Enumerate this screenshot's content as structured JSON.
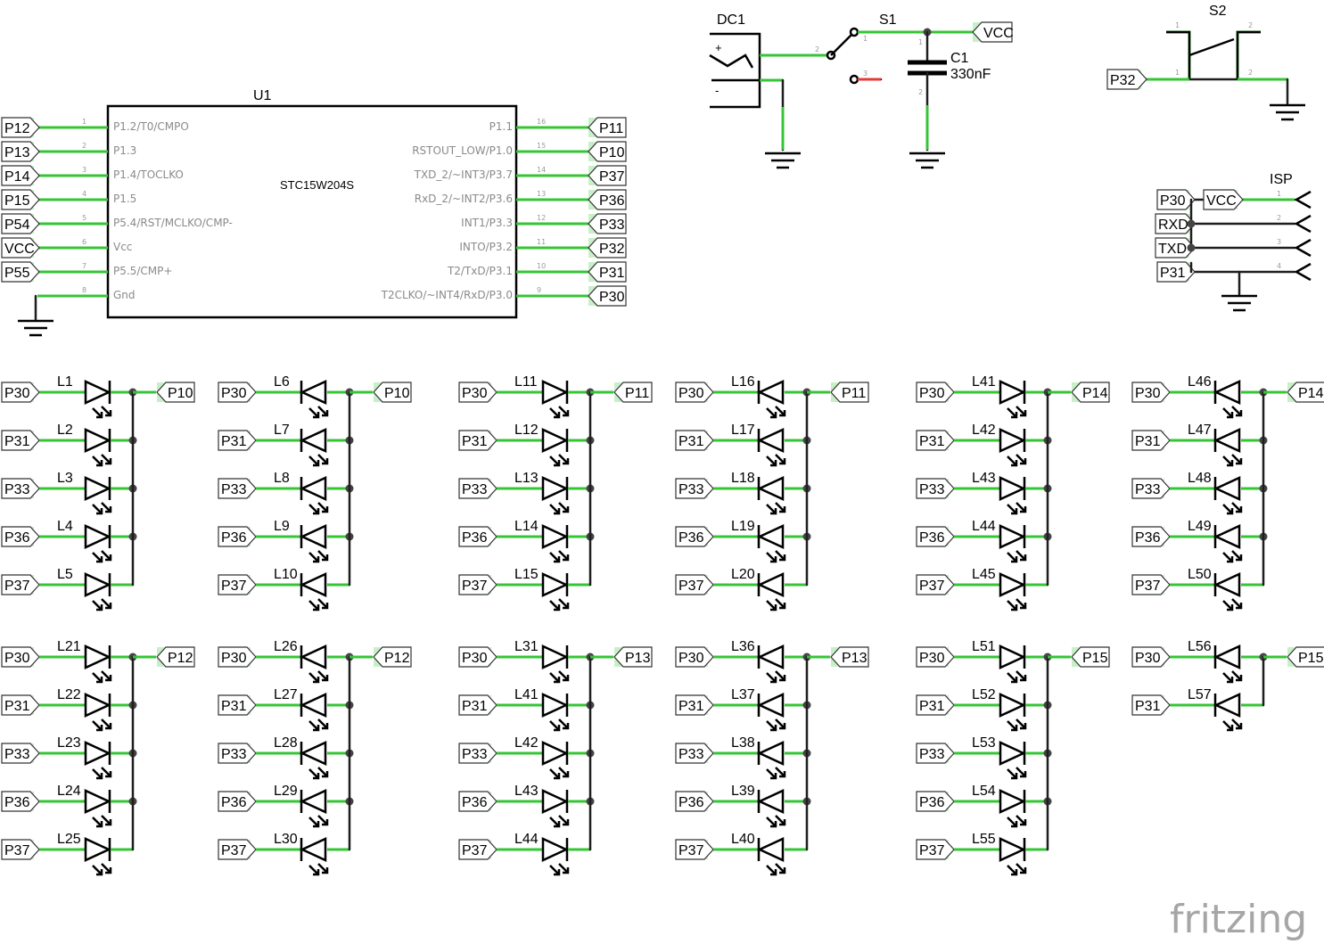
{
  "chip": {
    "ref": "U1",
    "part": "STC15W204S",
    "left_pins": [
      {
        "num": "1",
        "name": "P1.2/T0/CMPO",
        "net": "P12"
      },
      {
        "num": "2",
        "name": "P1.3",
        "net": "P13"
      },
      {
        "num": "3",
        "name": "P1.4/TOCLKO",
        "net": "P14"
      },
      {
        "num": "4",
        "name": "P1.5",
        "net": "P15"
      },
      {
        "num": "5",
        "name": "P5.4/RST/MCLKO/CMP-",
        "net": "P54"
      },
      {
        "num": "6",
        "name": "Vcc",
        "net": "VCC"
      },
      {
        "num": "7",
        "name": "P5.5/CMP+",
        "net": "P55"
      },
      {
        "num": "8",
        "name": "Gnd",
        "net": ""
      }
    ],
    "right_pins": [
      {
        "num": "16",
        "name": "P1.1",
        "net": "P11"
      },
      {
        "num": "15",
        "name": "RSTOUT_LOW/P1.0",
        "net": "P10"
      },
      {
        "num": "14",
        "name": "TXD_2/~INT3/P3.7",
        "net": "P37"
      },
      {
        "num": "13",
        "name": "RxD_2/~INT2/P3.6",
        "net": "P36"
      },
      {
        "num": "12",
        "name": "INT1/P3.3",
        "net": "P33"
      },
      {
        "num": "11",
        "name": "INTO/P3.2",
        "net": "P32"
      },
      {
        "num": "10",
        "name": "T2/TxD/P3.1",
        "net": "P31"
      },
      {
        "num": "9",
        "name": "T2CLKO/~INT4/RxD/P3.0",
        "net": "P30"
      }
    ]
  },
  "power": {
    "dc_ref": "DC1",
    "dc_plus": "+",
    "dc_minus": "-",
    "switch_ref": "S1",
    "switch_pins": [
      "1",
      "2",
      "3"
    ],
    "cap_ref": "C1",
    "cap_value": "330nF",
    "cap_pins": [
      "1",
      "2"
    ],
    "vcc_label": "VCC"
  },
  "button": {
    "ref": "S2",
    "net": "P32",
    "pins": [
      "1",
      "2",
      "1",
      "2"
    ]
  },
  "isp": {
    "ref": "ISP",
    "pins": [
      {
        "num": "1",
        "nets": [
          "P30",
          "VCC"
        ]
      },
      {
        "num": "2",
        "nets": [
          "RXD"
        ]
      },
      {
        "num": "3",
        "nets": [
          "TXD"
        ]
      },
      {
        "num": "4",
        "nets": [
          "P31"
        ]
      }
    ]
  },
  "led_groups": [
    {
      "common": "P10",
      "dir": "right",
      "rows": [
        {
          "label": "L1",
          "net": "P30"
        },
        {
          "label": "L2",
          "net": "P31"
        },
        {
          "label": "L3",
          "net": "P33"
        },
        {
          "label": "L4",
          "net": "P36"
        },
        {
          "label": "L5",
          "net": "P37"
        }
      ]
    },
    {
      "common": "P10",
      "dir": "left",
      "rows": [
        {
          "label": "L6",
          "net": "P30"
        },
        {
          "label": "L7",
          "net": "P31"
        },
        {
          "label": "L8",
          "net": "P33"
        },
        {
          "label": "L9",
          "net": "P36"
        },
        {
          "label": "L10",
          "net": "P37"
        }
      ]
    },
    {
      "common": "P11",
      "dir": "right",
      "rows": [
        {
          "label": "L11",
          "net": "P30"
        },
        {
          "label": "L12",
          "net": "P31"
        },
        {
          "label": "L13",
          "net": "P33"
        },
        {
          "label": "L14",
          "net": "P36"
        },
        {
          "label": "L15",
          "net": "P37"
        }
      ]
    },
    {
      "common": "P11",
      "dir": "left",
      "rows": [
        {
          "label": "L16",
          "net": "P30"
        },
        {
          "label": "L17",
          "net": "P31"
        },
        {
          "label": "L18",
          "net": "P33"
        },
        {
          "label": "L19",
          "net": "P36"
        },
        {
          "label": "L20",
          "net": "P37"
        }
      ]
    },
    {
      "common": "P14",
      "dir": "right",
      "rows": [
        {
          "label": "L41",
          "net": "P30"
        },
        {
          "label": "L42",
          "net": "P31"
        },
        {
          "label": "L43",
          "net": "P33"
        },
        {
          "label": "L44",
          "net": "P36"
        },
        {
          "label": "L45",
          "net": "P37"
        }
      ]
    },
    {
      "common": "P14",
      "dir": "left",
      "rows": [
        {
          "label": "L46",
          "net": "P30"
        },
        {
          "label": "L47",
          "net": "P31"
        },
        {
          "label": "L48",
          "net": "P33"
        },
        {
          "label": "L49",
          "net": "P36"
        },
        {
          "label": "L50",
          "net": "P37"
        }
      ]
    },
    {
      "common": "P12",
      "dir": "right",
      "rows": [
        {
          "label": "L21",
          "net": "P30"
        },
        {
          "label": "L22",
          "net": "P31"
        },
        {
          "label": "L23",
          "net": "P33"
        },
        {
          "label": "L24",
          "net": "P36"
        },
        {
          "label": "L25",
          "net": "P37"
        }
      ]
    },
    {
      "common": "P12",
      "dir": "left",
      "rows": [
        {
          "label": "L26",
          "net": "P30"
        },
        {
          "label": "L27",
          "net": "P31"
        },
        {
          "label": "L28",
          "net": "P33"
        },
        {
          "label": "L29",
          "net": "P36"
        },
        {
          "label": "L30",
          "net": "P37"
        }
      ]
    },
    {
      "common": "P13",
      "dir": "right",
      "rows": [
        {
          "label": "L31",
          "net": "P30"
        },
        {
          "label": "L41",
          "net": "P31"
        },
        {
          "label": "L42",
          "net": "P33"
        },
        {
          "label": "L43",
          "net": "P36"
        },
        {
          "label": "L44",
          "net": "P37"
        }
      ]
    },
    {
      "common": "P13",
      "dir": "left",
      "rows": [
        {
          "label": "L36",
          "net": "P30"
        },
        {
          "label": "L37",
          "net": "P31"
        },
        {
          "label": "L38",
          "net": "P33"
        },
        {
          "label": "L39",
          "net": "P36"
        },
        {
          "label": "L40",
          "net": "P37"
        }
      ]
    },
    {
      "common": "P15",
      "dir": "right",
      "rows": [
        {
          "label": "L51",
          "net": "P30"
        },
        {
          "label": "L52",
          "net": "P31"
        },
        {
          "label": "L53",
          "net": "P33"
        },
        {
          "label": "L54",
          "net": "P36"
        },
        {
          "label": "L55",
          "net": "P37"
        }
      ]
    },
    {
      "common": "P15",
      "dir": "left",
      "rows": [
        {
          "label": "L56",
          "net": "P30"
        },
        {
          "label": "L57",
          "net": "P31"
        }
      ]
    }
  ],
  "brand": "fritzing"
}
